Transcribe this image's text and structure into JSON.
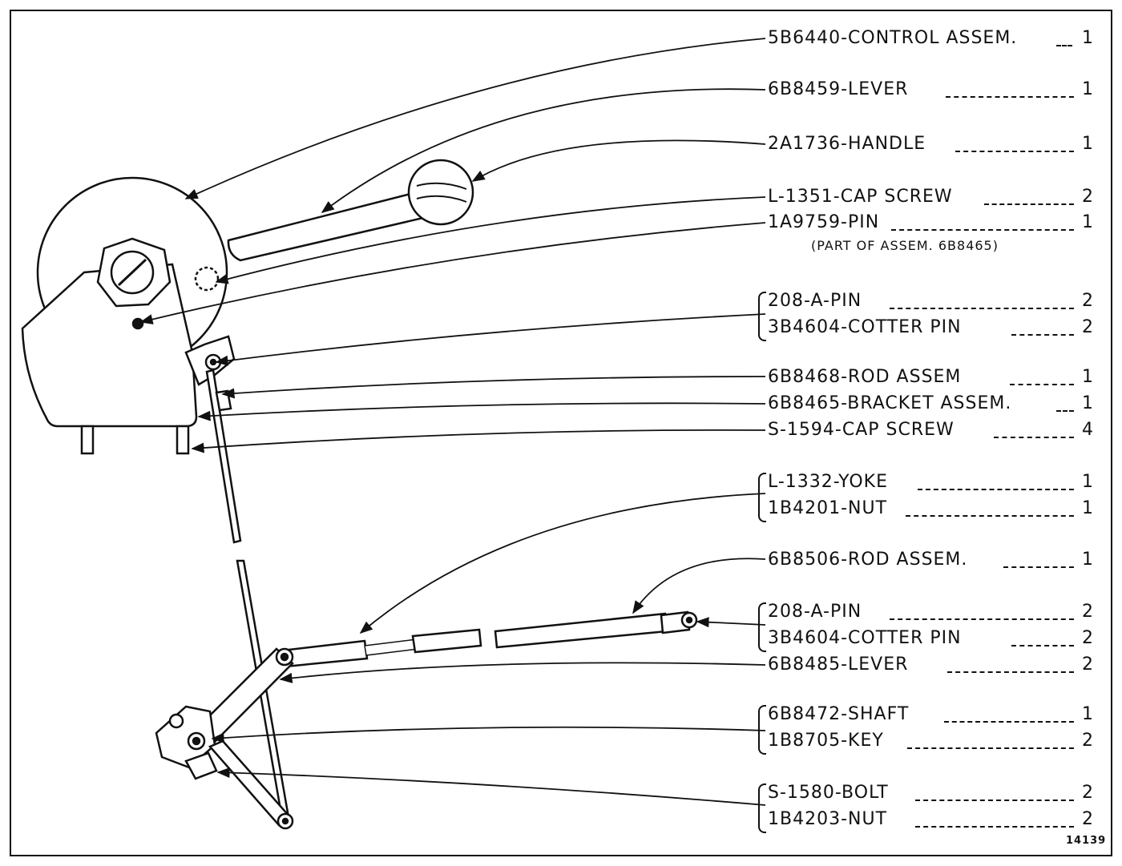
{
  "parts": [
    {
      "label": "5B6440-CONTROL ASSEM.",
      "qty": "1"
    },
    {
      "label": "6B8459-LEVER",
      "qty": "1"
    },
    {
      "label": "2A1736-HANDLE",
      "qty": "1"
    },
    {
      "label": "L-1351-CAP SCREW",
      "qty": "2"
    },
    {
      "label": "1A9759-PIN",
      "qty": "1"
    },
    {
      "label": "208-A-PIN",
      "qty": "2"
    },
    {
      "label": "3B4604-COTTER PIN",
      "qty": "2"
    },
    {
      "label": "6B8468-ROD ASSEM",
      "qty": "1"
    },
    {
      "label": "6B8465-BRACKET ASSEM.",
      "qty": "1"
    },
    {
      "label": "S-1594-CAP SCREW",
      "qty": "4"
    },
    {
      "label": "L-1332-YOKE",
      "qty": "1"
    },
    {
      "label": "1B4201-NUT",
      "qty": "1"
    },
    {
      "label": "6B8506-ROD ASSEM.",
      "qty": "1"
    },
    {
      "label": "208-A-PIN",
      "qty": "2"
    },
    {
      "label": "3B4604-COTTER PIN",
      "qty": "2"
    },
    {
      "label": "6B8485-LEVER",
      "qty": "2"
    },
    {
      "label": "6B8472-SHAFT",
      "qty": "1"
    },
    {
      "label": "1B8705-KEY",
      "qty": "2"
    },
    {
      "label": "S-1580-BOLT",
      "qty": "2"
    },
    {
      "label": "1B4203-NUT",
      "qty": "2"
    }
  ],
  "note": "(PART OF ASSEM. 6B8465)",
  "figure_number": "14139"
}
